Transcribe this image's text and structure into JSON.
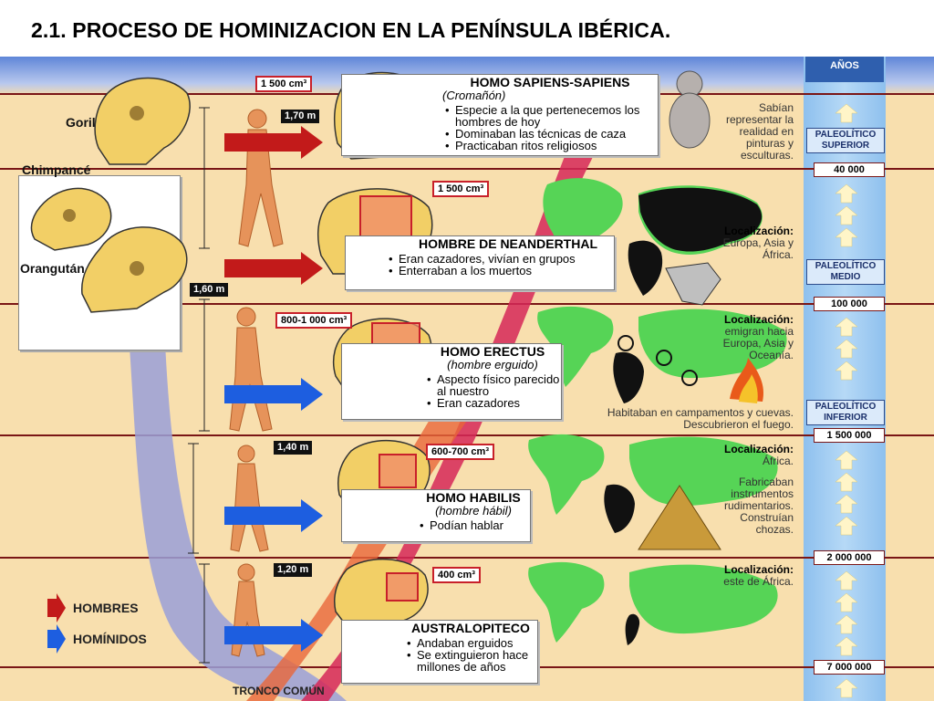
{
  "title": "2.1. PROCESO DE HOMINIZACION EN LA PENÍNSULA IBÉRICA.",
  "years_header": "AÑOS",
  "timeline": {
    "marks": [
      "40 000",
      "100 000",
      "1 500 000",
      "2 000 000",
      "7 000 000"
    ],
    "periods": [
      {
        "line1": "PALEOLÍTICO",
        "line2": "SUPERIOR"
      },
      {
        "line1": "PALEOLÍTICO",
        "line2": "MEDIO"
      },
      {
        "line1": "PALEOLÍTICO",
        "line2": "INFERIOR"
      }
    ]
  },
  "apes": {
    "gorila": "Gorila",
    "chimpance": "Chimpancé",
    "orangutan": "Orangután"
  },
  "legend": {
    "hombres": "HOMBRES",
    "hominidos": "HOMÍNIDOS"
  },
  "tronco": "TRONCO COMÚN",
  "species": [
    {
      "name": "HOMO SAPIENS-SAPIENS",
      "subtitle": "(Cromañón)",
      "bullets": [
        "Especie a la que pertenecemos los hombres de hoy",
        "Dominaban las técnicas de caza",
        "Practicaban ritos religiosos"
      ],
      "capacity": "1 500 cm³",
      "height": "1,70 m",
      "side": "Sabían representar la realidad en pinturas y esculturas."
    },
    {
      "name": "HOMBRE DE NEANDERTHAL",
      "subtitle": "",
      "bullets": [
        "Eran cazadores, vivían en grupos",
        "Enterraban a los muertos"
      ],
      "capacity": "1 500 cm³",
      "height": "1,60 m",
      "side_head": "Localización:",
      "side": "Europa, Asia y África."
    },
    {
      "name": "HOMO ERECTUS",
      "subtitle": "(hombre erguido)",
      "bullets": [
        "Aspecto físico parecido al nuestro",
        "Eran cazadores"
      ],
      "capacity": "800-1 000 cm³",
      "side_head": "Localización:",
      "side": "emigran hacia Europa, Asia y Oceanía.",
      "side2": "Habitaban en campamentos y cuevas. Descubrieron el fuego."
    },
    {
      "name": "HOMO HABILIS",
      "subtitle": "(hombre hábil)",
      "bullets": [
        "Podían hablar"
      ],
      "capacity": "600-700 cm³",
      "height": "1,40 m",
      "side_head": "Localización:",
      "side": "África.",
      "side2": "Fabricaban instrumentos rudimentarios. Construían chozas."
    },
    {
      "name": "AUSTRALOPITECO",
      "subtitle": "",
      "bullets": [
        "Andaban erguidos",
        "Se extinguieron hace millones de años"
      ],
      "capacity": "400 cm³",
      "height": "1,20 m",
      "side_head": "Localización:",
      "side": "este de África."
    }
  ],
  "colors": {
    "hombres_arrow": "#c21a1a",
    "hominidos_arrow": "#1d5ee0",
    "band": "#7a1616",
    "background": "#f8dfae",
    "map_green": "#56d456"
  }
}
